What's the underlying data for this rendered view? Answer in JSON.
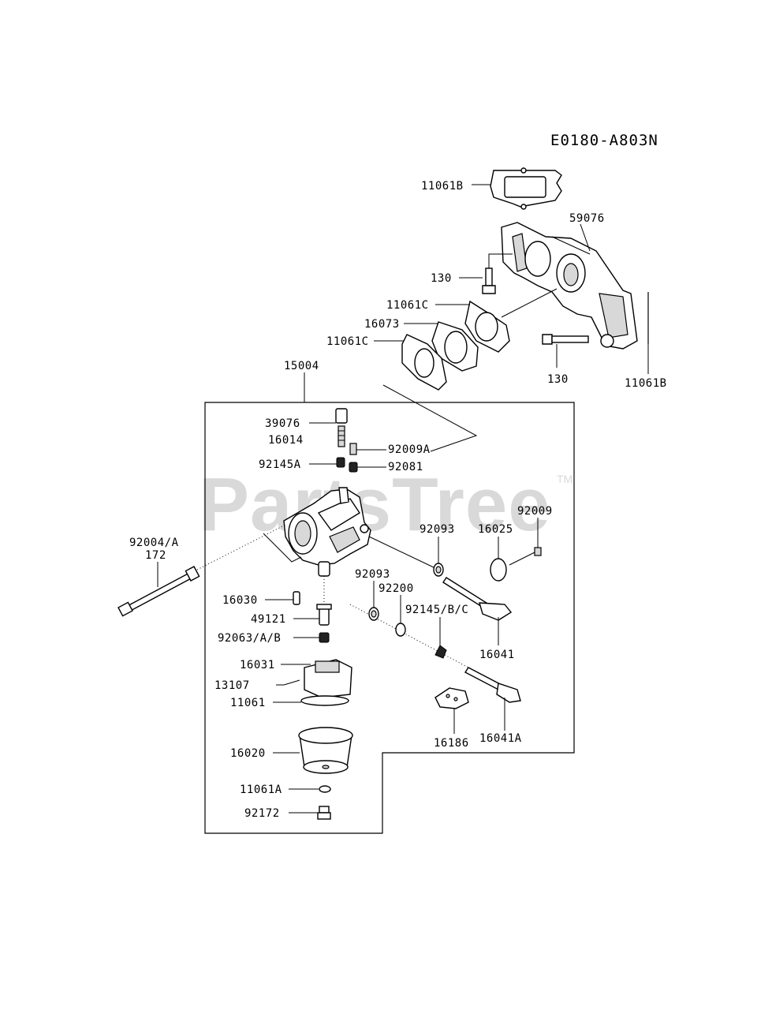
{
  "diagram_code": "E0180-A803N",
  "watermark": {
    "text": "PartsTree",
    "tm": "TM"
  },
  "labels": {
    "p11061B_top": "11061B",
    "p59076": "59076",
    "p130_a": "130",
    "p11061C_a": "11061C",
    "p16073": "16073",
    "p11061C_b": "11061C",
    "p130_b": "130",
    "p11061B_right": "11061B",
    "p15004": "15004",
    "p39076": "39076",
    "p16014": "16014",
    "p92009A": "92009A",
    "p92145A": "92145A",
    "p92081": "92081",
    "p92009": "92009",
    "p92093_a": "92093",
    "p16025": "16025",
    "p92004A": "92004/A",
    "p172": "172",
    "p92093_b": "92093",
    "p92200": "92200",
    "p92145BC": "92145/B/C",
    "p16030": "16030",
    "p49121": "49121",
    "p92063AB": "92063/A/B",
    "p16041": "16041",
    "p16031": "16031",
    "p13107": "13107",
    "p11061": "11061",
    "p16186": "16186",
    "p16041A": "16041A",
    "p16020": "16020",
    "p11061A": "11061A",
    "p92172": "92172"
  }
}
